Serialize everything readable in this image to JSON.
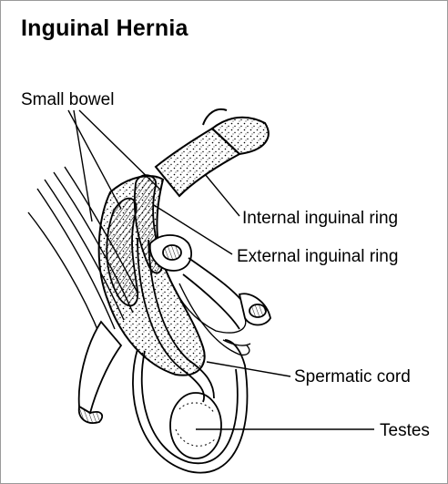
{
  "diagram": {
    "title": "Inguinal Hernia",
    "labels": {
      "small_bowel": "Small bowel",
      "internal_ring": "Internal inguinal ring",
      "external_ring": "External inguinal ring",
      "spermatic_cord": "Spermatic cord",
      "testes": "Testes"
    },
    "colors": {
      "ink": "#000000",
      "border": "#9a9a9a",
      "background": "#ffffff"
    }
  }
}
